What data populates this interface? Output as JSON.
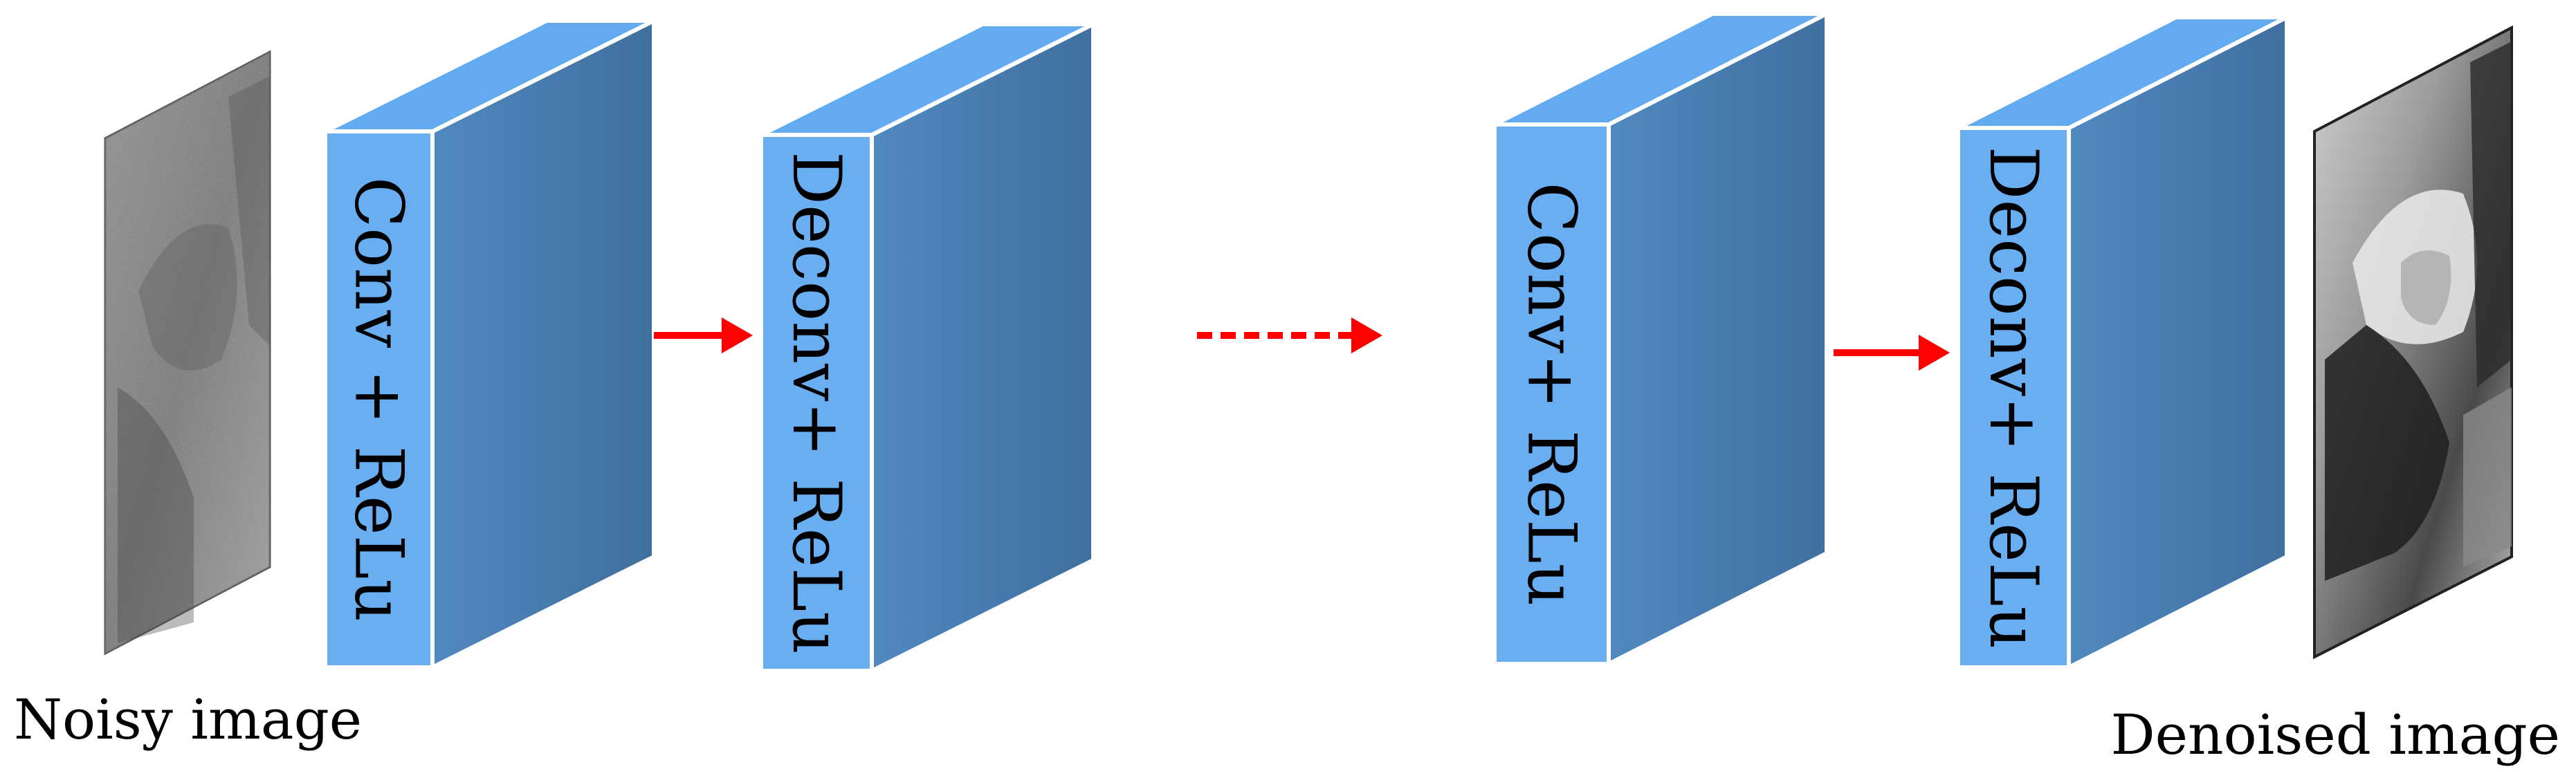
{
  "colors": {
    "front_face": "#6aaef2",
    "side_face": "#4a7fb0",
    "top_face": "#63aaf0",
    "edge": "#ffffff",
    "arrow": "#ff0000"
  },
  "input_caption": "Noisy image",
  "output_caption": "Denoised image",
  "blocks": [
    {
      "label": "Conv + ReLu"
    },
    {
      "label": "Deconv+ ReLu"
    },
    {
      "label": "Conv+ ReLu"
    },
    {
      "label": "Deconv+ ReLu"
    }
  ],
  "connectors": [
    {
      "style": "solid"
    },
    {
      "style": "dashed"
    },
    {
      "style": "solid"
    }
  ]
}
